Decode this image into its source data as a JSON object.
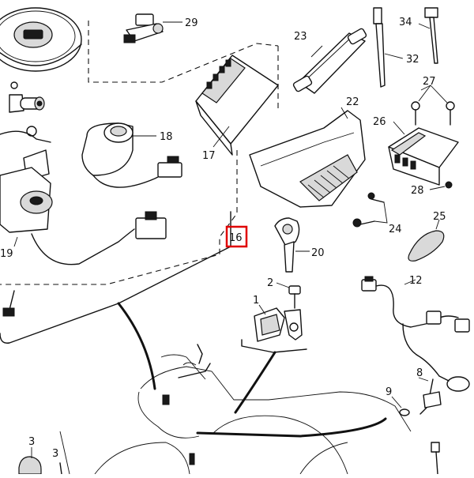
{
  "diagram": {
    "highlight_color": "#e00000",
    "highlighted_callout": "16",
    "callouts": {
      "c1": "1",
      "c2": "2",
      "c3a": "3",
      "c3b": "3",
      "c8": "8",
      "c9": "9",
      "c12": "12",
      "c16": "16",
      "c17": "17",
      "c18": "18",
      "c19": "19",
      "c20": "20",
      "c22": "22",
      "c23": "23",
      "c24": "24",
      "c25": "25",
      "c26": "26",
      "c27": "27",
      "c28": "28",
      "c29": "29",
      "c32": "32",
      "c34": "34"
    }
  }
}
